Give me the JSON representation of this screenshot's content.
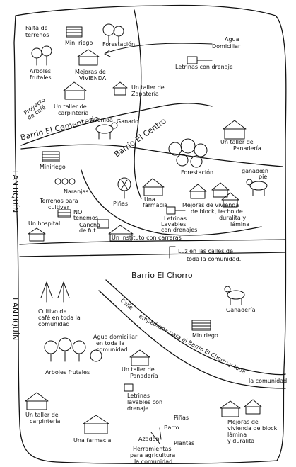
{
  "barrios": {
    "cementerio": "Barrio El Cementerio",
    "centro": "Barrio El Centro",
    "chorro": "Barrio El Chorro",
    "chorro_line2": "Chorro"
  },
  "margin_text": {
    "lantiquin_upper": "LANTIQUÍN",
    "lantiquin_lower": "LANTIQUÍN"
  },
  "labels": {
    "falta_terrenos_1": "Falta de",
    "falta_terrenos_2": "terrenos",
    "miniriego_top": "Mini riego",
    "forestacion_top": "Forestación",
    "agua_dom_1": "Agua",
    "agua_dom_2": "Domiciliar",
    "arboles_1": "Arboles",
    "arboles_2": "frutales",
    "mejoras_1": "Mejoras de",
    "mejoras_2": "VIVIENDA",
    "letrinas_top": "Letrinas con drenaje",
    "proyecto_1": "Proyecto",
    "proyecto_2": "de café",
    "taller_carp_1": "Un taller de",
    "taller_carp_2": "carpintería",
    "taller_zap_1": "Un taller de",
    "taller_zap_2": "Zapatería",
    "avenida_1": "Ganado",
    "avenida_2": "Avenida",
    "taller_pan_1": "Un taller de",
    "taller_pan_2": "Panadería",
    "miniriego_mid": "Miniriego",
    "forestacion_mid": "Forestación",
    "ganado_1": "ganado",
    "ganado_2": "en",
    "ganado_3": "pie",
    "naranjas": "Naranjas",
    "pinas": "Piñas",
    "farmacia_1": "Una",
    "farmacia_2": "farmacia",
    "terrenos_1": "Terrenos para",
    "terrenos_2": "cultivar",
    "no_tenemos_1": "NO",
    "no_tenemos_2": "tenemos",
    "cancha_1": "Cancha",
    "cancha_2": "de fut",
    "mejoras_mid_1": "Mejoras de vivienda",
    "mejoras_mid_2": "de block, techo de",
    "mejoras_mid_3": "duralita y",
    "mejoras_mid_4": "lámina",
    "letrinas_mid_1": "Letrinas",
    "letrinas_mid_2": "Lavables",
    "letrinas_mid_3": "con drenajes",
    "hospital": "Un hospital",
    "instituto": "Un instituto con carreras",
    "luz_1": "Luz en las calles de",
    "luz_2": "toda la comunidad.",
    "ganaderia": "Ganadería",
    "cultivo_1": "Cultivo de",
    "cultivo_2": "café en toda la",
    "cultivo_3": "comunidad",
    "miniriego_low": "Miniriego",
    "agua_low_1": "Agua domiciliar",
    "agua_low_2": "en toda la",
    "agua_low_3": "comunidad",
    "calle_1": "Calle",
    "calle_2": "empedrada para el Barrio El Chorro y toda",
    "calle_3": "la comunidad",
    "arboles_low": "Arboles frutales",
    "taller_pan_low_1": "Un taller de",
    "taller_pan_low_2": "Panadería",
    "letrinas_low_1": "Letrinas",
    "letrinas_low_2": "lavables con",
    "letrinas_low_3": "drenaje",
    "taller_carp_low_1": "Un taller de",
    "taller_carp_low_2": "carpintería",
    "pinas_low": "Piñas",
    "barro": "Barro",
    "mejoras_low_1": "Mejoras de",
    "mejoras_low_2": "vivienda de block",
    "mejoras_low_3": "lámina",
    "mejoras_low_4": "y duralita",
    "farmacia_low": "Una farmacia",
    "azadon": "Azadón",
    "plantas_1": "Plantas",
    "herramientas_1": "Herramientas",
    "herramientas_2": "para agricultura",
    "herramientas_3": "la comunidad"
  }
}
